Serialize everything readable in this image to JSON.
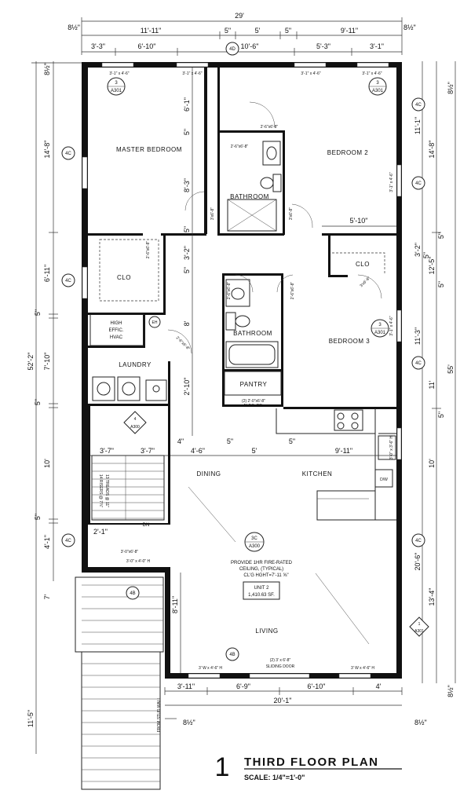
{
  "title": {
    "number": "1",
    "name": "THIRD FLOOR PLAN",
    "scale": "SCALE: 1/4\"=1'-0\""
  },
  "dims_top": {
    "overall": "29'",
    "left_edge": "8½\"",
    "right_edge": "8½\"",
    "row2": [
      "11'-11\"",
      "5\"",
      "5'",
      "5\"",
      "9'-11\""
    ],
    "row3": [
      "3'-3\"",
      "6'-10\"",
      "10'-6\"",
      "5'-3\"",
      "3'-1\""
    ]
  },
  "dims_left": {
    "overall": "52'-2\"",
    "top_edge": "8½\"",
    "segments": [
      "14'-8\"",
      "6'-11\"",
      "5\"",
      "7'-10\"",
      "5\"",
      "10'",
      "5\"",
      "4'-1\"",
      "7'"
    ],
    "stair": "11'-5\""
  },
  "dims_right": {
    "overall": "55'",
    "top_edge": "8½\"",
    "bottom_edge": "8½\"",
    "outer": [
      "14'-8\"",
      "5\"",
      "12'-5\"",
      "5\"",
      "11'",
      "5\"",
      "10'",
      "13'-4\""
    ],
    "inner": [
      "11'-1\"",
      "3'-2\"",
      "5\"",
      "11'-3\"",
      "20'-6\""
    ]
  },
  "dims_bottom": {
    "row1": [
      "3'-11\"",
      "6'-9\"",
      "6'-10\"",
      "4'"
    ],
    "total": "20'-1\"",
    "left_small": "8½\"",
    "right_small": "8½\"",
    "from_stud": "FROM STUD WALL"
  },
  "dims_interior": {
    "kitchen_row": [
      "4\"",
      "4'-6\"",
      "5\"",
      "5'",
      "5\"",
      "9'-11\""
    ],
    "stair_row": [
      "3'-7\"",
      "3'-7\""
    ],
    "hall": [
      "6'-1\"",
      "5\"",
      "8'-3\"",
      "5\"",
      "3'-2\"",
      "5\"",
      "8'",
      "2'-10\""
    ],
    "bed2_width": "5'-10\"",
    "living_left": "8'-11\"",
    "landing": "2'-1\""
  },
  "rooms": {
    "master": "MASTER BEDROOM",
    "bed2": "BEDROOM 2",
    "bed3": "BEDROOM 3",
    "bath1": "BATHROOM",
    "bath2": "BATHROOM",
    "clo1": "CLO",
    "clo2": "CLO",
    "laundry": "LAUNDRY",
    "pantry": "PANTRY",
    "dining": "DINING",
    "kitchen": "KITCHEN",
    "living": "LIVING",
    "hvac": [
      "HIGH",
      "EFFIC.",
      "HVAC"
    ],
    "eh": "EH",
    "dn": "DN",
    "dw": "D/W"
  },
  "windows": {
    "w1": "3'-1\" x 4'-6\"",
    "w2": "3'-1\" x 4'-6\"",
    "w3": "3'-1\" x 4'-6\"",
    "w4": "3'-1\" x 4'-6\"",
    "w5": "3'-1\" x 4'-6\"",
    "w6": "3'-1\" x 4'-6\"",
    "w7": "3'-0\" x 3'-6\" H",
    "w8": "3' W x 4'-6\" H",
    "w9": "3' W x 4'-6\" H",
    "w10": "3'-0\" x 4'-0\" H"
  },
  "doors": {
    "d1": "2'-6\"x6'-8\"",
    "d2": "2'-6\"x6'-8\"",
    "d3": "3'x6'-8\"",
    "d4": "3'x6'-8\"",
    "d5": "2'-6\"x6'-8\"",
    "d6": "2'-6\"x6'-8\"",
    "d7": "2'-6\"x6'-8\"",
    "d8": "2'-6\"x6'-8\"",
    "d9": "3'x6'-8\"",
    "d10": "2'-6\"x6'-8\"",
    "d11": "3'-0\"x6'-8\"",
    "pantry_door": "(2) 2'-0\"x6'-8\"",
    "pantry_fldg": "FLDG. DR.",
    "sliding_size": "(2) 3' x 6'-8\"",
    "sliding": "SLIDING DOOR"
  },
  "tags": {
    "sec3a_top": "3",
    "sec3a_bot": "A301",
    "sec4_top": "4",
    "sec4_bot": "A300",
    "sec3c_top": "3C",
    "sec3c_bot": "A300",
    "sec1_top": "1",
    "sec1_bot": "A301",
    "w4c": "4C",
    "w4d": "4D",
    "w4b": "4B"
  },
  "notes": {
    "fire1": "PROVIDE 1HR FIRE-RATED",
    "fire2": "CEILING, (TYPICAL)",
    "ceiling": "CL'G HGHT=7'-11 ⅝\"",
    "unit": "UNIT 2",
    "area": "1,410.63 SF.",
    "stair1": "14 RISERS @ 7⅞\"",
    "stair2": "13 TREADS @ 11\""
  }
}
